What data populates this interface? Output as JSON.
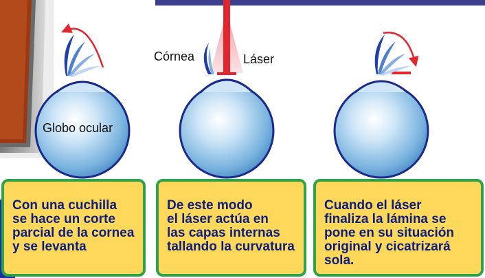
{
  "labels": {
    "eyeball": "Globo ocular",
    "cornea": "Córnea",
    "laser": "Láser"
  },
  "steps": [
    {
      "text": "Con una cuchilla\nse hace un corte\nparcial de la cornea\ny se levanta"
    },
    {
      "text": "De este modo\nel láser actúa en\nlas capas internas\ntallando la curvatura"
    },
    {
      "text": "Cuando el láser\nfinaliza la lámina se\npone en su situación\noriginal y cicatrizará sola."
    }
  ],
  "colors": {
    "caption_bg": "#fdd85a",
    "caption_border": "#2fa24a",
    "caption_text": "#0e1e7e",
    "laser": "#e0262e",
    "arrow": "#e0262e",
    "eye_outline": "#1a2a8a"
  }
}
